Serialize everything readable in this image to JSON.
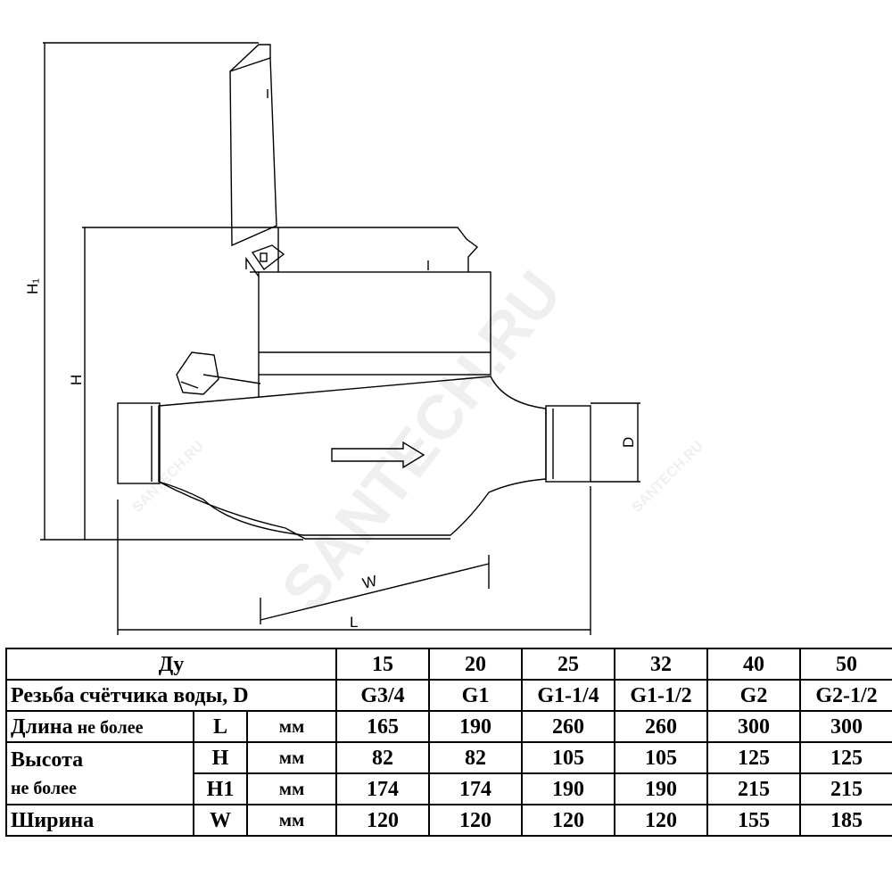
{
  "drawing": {
    "dimension_labels": {
      "h1": "H₁",
      "h": "H",
      "d": "D",
      "w": "W",
      "l": "L"
    },
    "watermark": {
      "main": "SANTECH.RU",
      "small_left": "SANTECH.RU",
      "small_right": "SANTECH.RU"
    }
  },
  "table": {
    "header": {
      "label": "Ду",
      "values": [
        "15",
        "20",
        "25",
        "32",
        "40",
        "50"
      ]
    },
    "thread": {
      "label": "Резьба счётчика воды, D",
      "values": [
        "G3/4",
        "G1",
        "G1-1/4",
        "G1-1/2",
        "G2",
        "G2-1/2"
      ]
    },
    "length": {
      "label_main": "Длина",
      "label_small": " не более",
      "symbol": "L",
      "unit": "мм",
      "values": [
        "165",
        "190",
        "260",
        "260",
        "300",
        "300"
      ]
    },
    "height": {
      "label_main": "Высота",
      "label_small": "не более",
      "symbol": "H",
      "unit": "мм",
      "values": [
        "82",
        "82",
        "105",
        "105",
        "125",
        "125"
      ]
    },
    "height1": {
      "symbol": "H1",
      "unit": "мм",
      "values": [
        "174",
        "174",
        "190",
        "190",
        "215",
        "215"
      ]
    },
    "width": {
      "label_main": "Ширина",
      "symbol": "W",
      "unit": "мм",
      "values": [
        "120",
        "120",
        "120",
        "120",
        "155",
        "185"
      ]
    }
  }
}
